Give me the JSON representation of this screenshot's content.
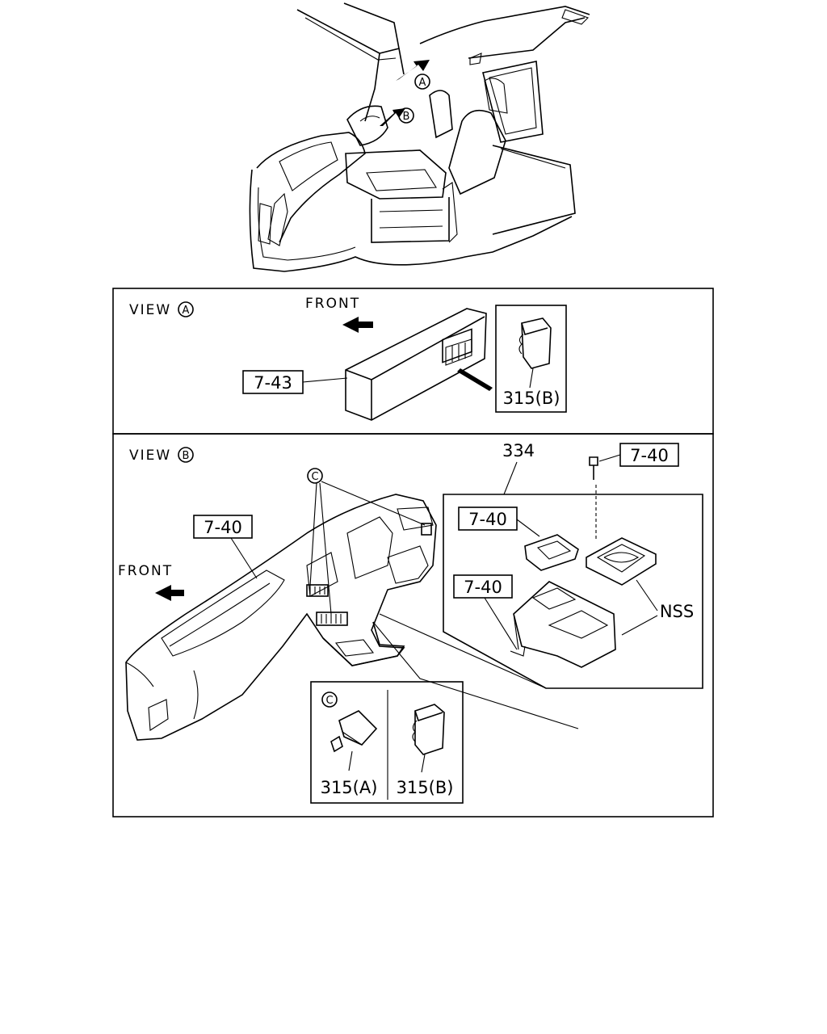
{
  "views": {
    "a": {
      "label": "VIEW",
      "circle": "A"
    },
    "b": {
      "label": "VIEW",
      "circle": "B"
    }
  },
  "callouts": {
    "a": "A",
    "b": "B",
    "c": "C",
    "c_inset": "C"
  },
  "front_labels": {
    "a": "FRONT",
    "b": "FRONT"
  },
  "part_labels": {
    "p743": "7-43",
    "p315b_a": "315(B)",
    "p334": "334",
    "p740_bolt": "7-40",
    "p740_dash": "7-40",
    "p740_lid": "7-40",
    "p740_console": "7-40",
    "nss": "NSS",
    "p315a_c": "315(A)",
    "p315b_c": "315(B)"
  }
}
